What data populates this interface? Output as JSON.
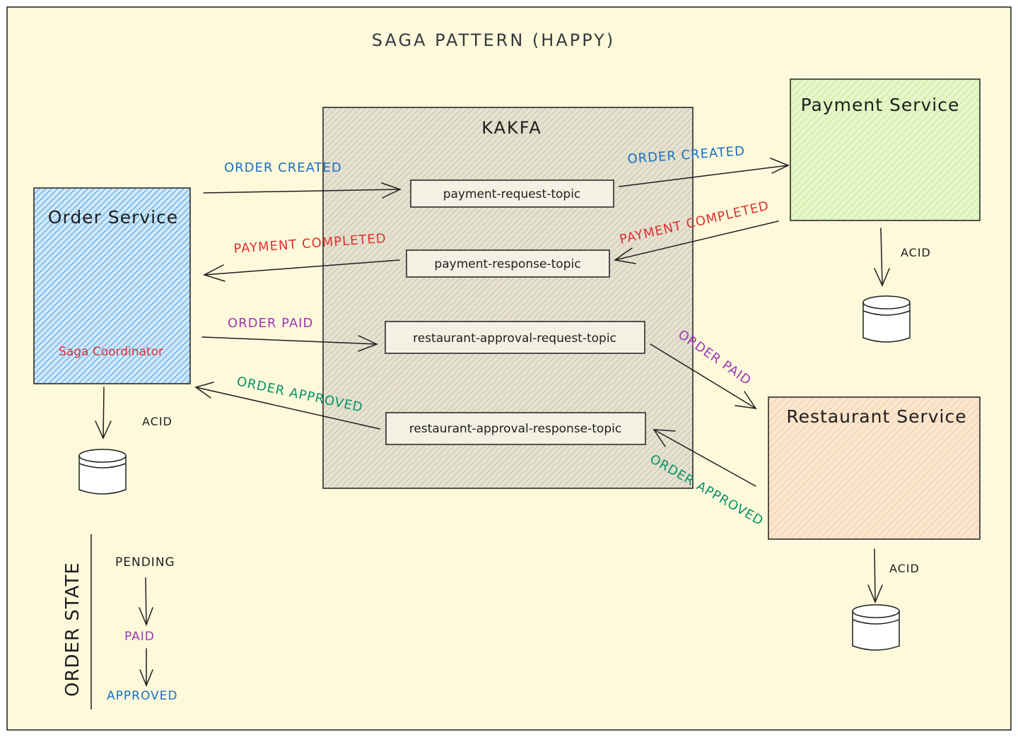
{
  "title": "SAGA PATTERN (HAPPY)",
  "kafka": {
    "label": "KAKFA"
  },
  "topics": {
    "payment_request": "payment-request-topic",
    "payment_response": "payment-response-topic",
    "restaurant_request": "restaurant-approval-request-topic",
    "restaurant_response": "restaurant-approval-response-topic"
  },
  "services": {
    "order": {
      "label": "Order Service",
      "sublabel": "Saga Coordinator",
      "color": "#a5d8ff"
    },
    "payment": {
      "label": "Payment Service",
      "color": "#d8f5a2"
    },
    "restaurant": {
      "label": "Restaurant Service",
      "color": "#ffd8a8"
    }
  },
  "events": {
    "order_created_left": "ORDER CREATED",
    "order_created_right": "ORDER CREATED",
    "payment_completed_left": "PAYMENT COMPLETED",
    "payment_completed_right": "PAYMENT COMPLETED",
    "order_paid_left": "ORDER PAID",
    "order_paid_right": "ORDER PAID",
    "order_approved_left": "ORDER APPROVED",
    "order_approved_right": "ORDER APPROVED"
  },
  "acid": {
    "order": "ACID",
    "payment": "ACID",
    "restaurant": "ACID"
  },
  "order_state": {
    "heading": "ORDER STATE",
    "states": [
      "PENDING",
      "PAID",
      "APPROVED"
    ]
  },
  "colors": {
    "background": "#fff9db",
    "blue": "#1971c2",
    "red": "#e03131",
    "purple": "#9c36b5",
    "green": "#099268",
    "kafka_fill": "#e9ecef"
  }
}
